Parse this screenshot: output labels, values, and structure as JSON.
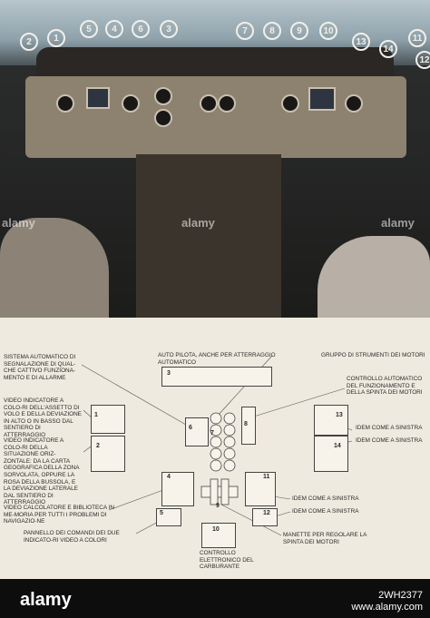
{
  "photo": {
    "callouts": [
      "1",
      "2",
      "3",
      "4",
      "5",
      "6",
      "7",
      "8",
      "9",
      "10",
      "11",
      "12",
      "13",
      "14"
    ]
  },
  "watermark": "alamy",
  "diagram": {
    "labels": {
      "sys": "SISTEMA AUTOMATICO DI SEGNALAZIONE DI QUAL-CHE CATTIVO FUNZIONA-MENTO E DI ALLARME",
      "autopilot": "AUTO PILOTA, ANCHE PER ATTERRAGGIO AUTOMATICO",
      "motors": "GRUPPO DI STRUMENTI DEI MOTORI",
      "ctrl": "CONTROLLO AUTOMATICO DEL FUNZIONAMENTO E DELLA SPINTA DEI MOTORI",
      "vid1": "VIDEO INDICATORE A COLO-RI DELL'ASSETTO DI VOLO E DELLA DEVIAZIONE IN ALTO O IN BASSO DAL SENTIERO DI ATTERRAGGIO",
      "vid2": "VIDEO INDICATORE A COLO-RI DELLA SITUAZIONE ORIZ-ZONTALE: DA LA CARTA GEOGRAFICA DELLA ZONA SORVOLATA, OPPURE LA ROSA DELLA BUSSOLA, E LA DEVIAZIONE LATERALE DAL SENTIERO DI ATTERRAGGIO",
      "idem13": "IDEM COME A SINISTRA",
      "idem14": "IDEM COME A SINISTRA",
      "vidcalc": "VIDEO CALCOLATORE E BIBLIOTECA IN ME-MORIA PER TUTTI I PROBLEMI DI NAVIGAZIO-NE",
      "idem11": "IDEM COME A SINISTRA",
      "idem12": "IDEM COME A SINISTRA",
      "pannello": "PANNELLO DEI COMANDI DEI DUE INDICATO-RI VIDEO A COLORI",
      "manette": "MANETTE PER REGOLARE LA SPINTA DEI MOTORI",
      "carb": "CONTROLLO ELETTRONICO DEL CARBURANTE"
    },
    "numbers": {
      "n1": "1",
      "n2": "2",
      "n3": "3",
      "n4": "4",
      "n5": "5",
      "n6": "6",
      "n7": "7",
      "n8": "8",
      "n9": "9",
      "n10": "10",
      "n11": "11",
      "n12": "12",
      "n13": "13",
      "n14": "14"
    }
  },
  "footer": {
    "brand": "alamy",
    "image_id": "2WH2377",
    "url": "www.alamy.com"
  }
}
